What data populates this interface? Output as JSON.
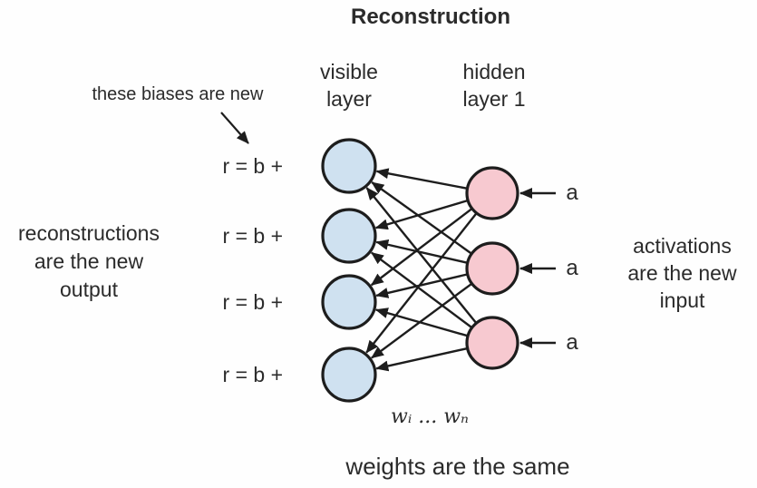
{
  "title": "Reconstruction",
  "colors": {
    "visible_node_fill": "#cfe1f0",
    "hidden_node_fill": "#f7c9d0",
    "line": "#1d1d1d",
    "text": "#2b2b2b",
    "background": "#fefefe"
  },
  "network": {
    "visible_layer": {
      "label_lines": [
        "visible",
        "layer"
      ],
      "node_count": 4
    },
    "hidden_layer": {
      "label_lines": [
        "hidden",
        "layer 1"
      ],
      "node_count": 3
    },
    "weights_label": "wᵢ ... wₙ",
    "weights_note": "weights are the same"
  },
  "annotations": {
    "biases_note": "these biases are new",
    "bias_formula": "r = b +",
    "activation_label": "a",
    "left_note_lines": [
      "reconstructions",
      "are the new",
      "output"
    ],
    "right_note_lines": [
      "activations",
      "are the new",
      "input"
    ]
  }
}
